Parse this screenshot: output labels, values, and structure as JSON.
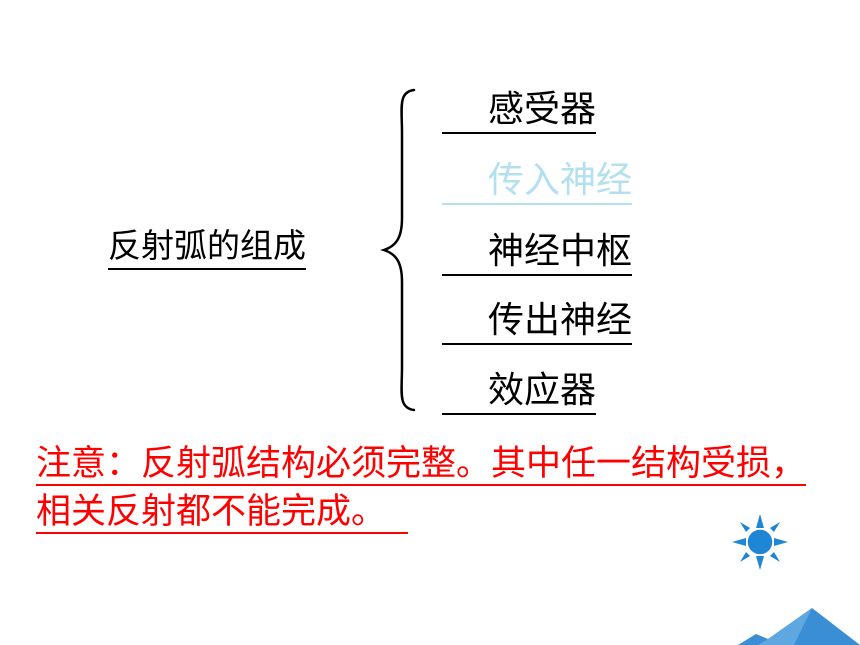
{
  "main_label": "反射弧的组成",
  "components": [
    {
      "text": "感受器",
      "faded": false
    },
    {
      "text": "传入神经",
      "faded": true
    },
    {
      "text": "神经中枢",
      "faded": false
    },
    {
      "text": "传出神经",
      "faded": false
    },
    {
      "text": "效应器",
      "faded": false
    }
  ],
  "note": "注意：反射弧结构必须完整。其中任一结构受损，相关反射都不能完成。",
  "colors": {
    "note": "#ff0000",
    "faded": "#b3e0ee",
    "sun_fill": "#1f86d6",
    "mountain_fill": "#3a8fd4"
  },
  "icons": [
    "brace-icon",
    "sun-icon",
    "mountain-icon"
  ]
}
